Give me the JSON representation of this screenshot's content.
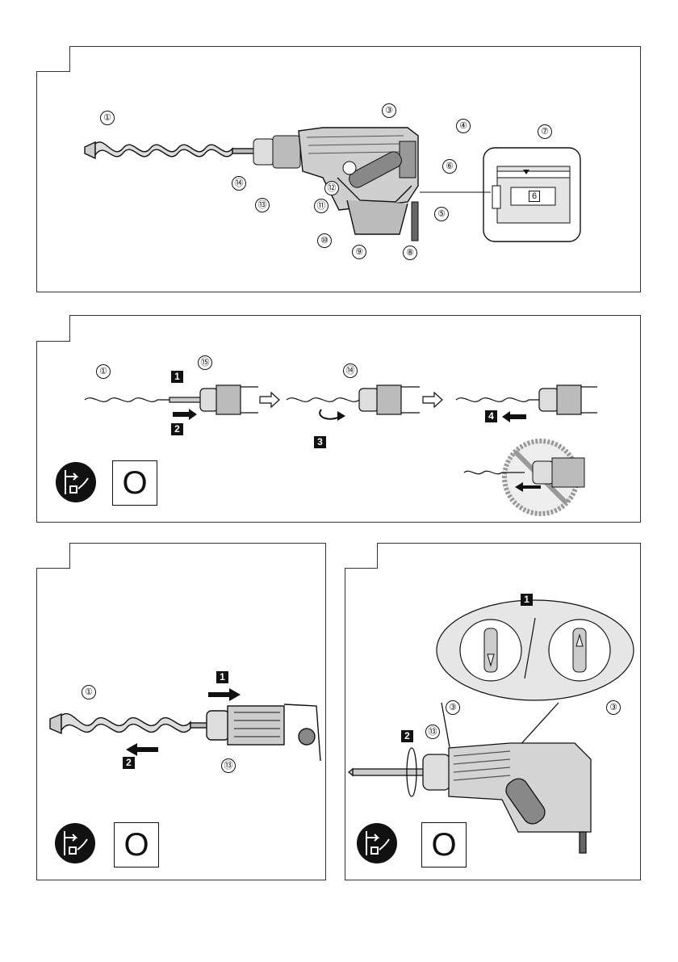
{
  "panel1": {
    "callouts": [
      "①",
      "③",
      "④",
      "⑥",
      "⑦",
      "⑤",
      "⑫",
      "⑪",
      "⑭",
      "⑬",
      "⑩",
      "⑨",
      "⑧"
    ],
    "mode_number": "6"
  },
  "panel2": {
    "callouts": [
      "①",
      "⑮",
      "⑭"
    ],
    "steps": [
      "1",
      "2",
      "3",
      "4"
    ],
    "ok_symbol": "O"
  },
  "panel3": {
    "callouts": [
      "①",
      "⑬"
    ],
    "steps": [
      "1",
      "2"
    ],
    "ok_symbol": "O"
  },
  "panel4": {
    "callouts": [
      "③",
      "③",
      "⑬"
    ],
    "steps": [
      "1",
      "2"
    ],
    "ok_symbol": "O"
  },
  "icons": {
    "unplug": "unplug-icon",
    "drill": "hammer-drill-icon",
    "bit": "drill-bit-icon",
    "prohibited": "prohibited-icon"
  }
}
